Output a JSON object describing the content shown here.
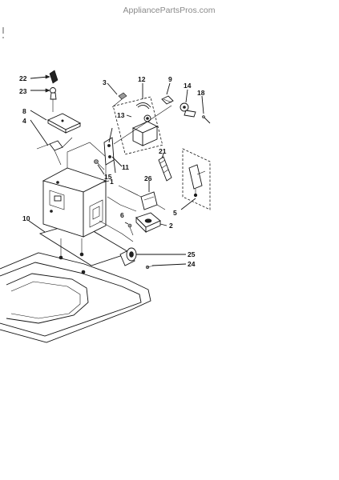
{
  "watermark": "AppliancePartsPros.com",
  "callouts": [
    "22",
    "23",
    "8",
    "4",
    "3",
    "12",
    "9",
    "14",
    "18",
    "13",
    "11",
    "15",
    "1",
    "21",
    "26",
    "6",
    "2",
    "5",
    "10",
    "25",
    "24"
  ]
}
